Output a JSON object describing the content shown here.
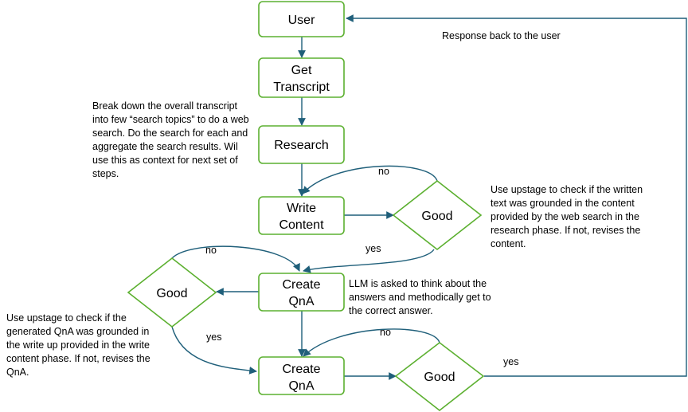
{
  "nodes": {
    "user": [
      "User"
    ],
    "get_transcript": [
      "Get",
      "Transcript"
    ],
    "research": [
      "Research"
    ],
    "write_content": [
      "Write",
      "Content"
    ],
    "good_1": [
      "Good"
    ],
    "create_qna_1": [
      "Create",
      "QnA"
    ],
    "good_2": [
      "Good"
    ],
    "create_qna_2": [
      "Create",
      "QnA"
    ],
    "good_3": [
      "Good"
    ]
  },
  "edge_labels": {
    "response": "Response back to the user",
    "no_1": "no",
    "yes_1": "yes",
    "no_2": "no",
    "yes_2": "yes",
    "no_3": "no",
    "yes_3": "yes"
  },
  "notes": {
    "research": "Break down the overall transcript into few “search topics” to do a web search. Do the search for each and aggregate the search results. Wil use this as context for next set of steps.",
    "upstage_content": "Use upstage to check if the written text was grounded in the content provided by the web search in the research phase. If not, revises the content.",
    "llm_qna": "LLM is asked to think about the answers and methodically get to the correct answer.",
    "upstage_qna": "Use upstage to check if the generated QnA was grounded in the write up  provided in the write content phase. If not, revises the QnA."
  },
  "colors": {
    "node_border": "#5cb030",
    "arrow": "#1f5f7a"
  }
}
